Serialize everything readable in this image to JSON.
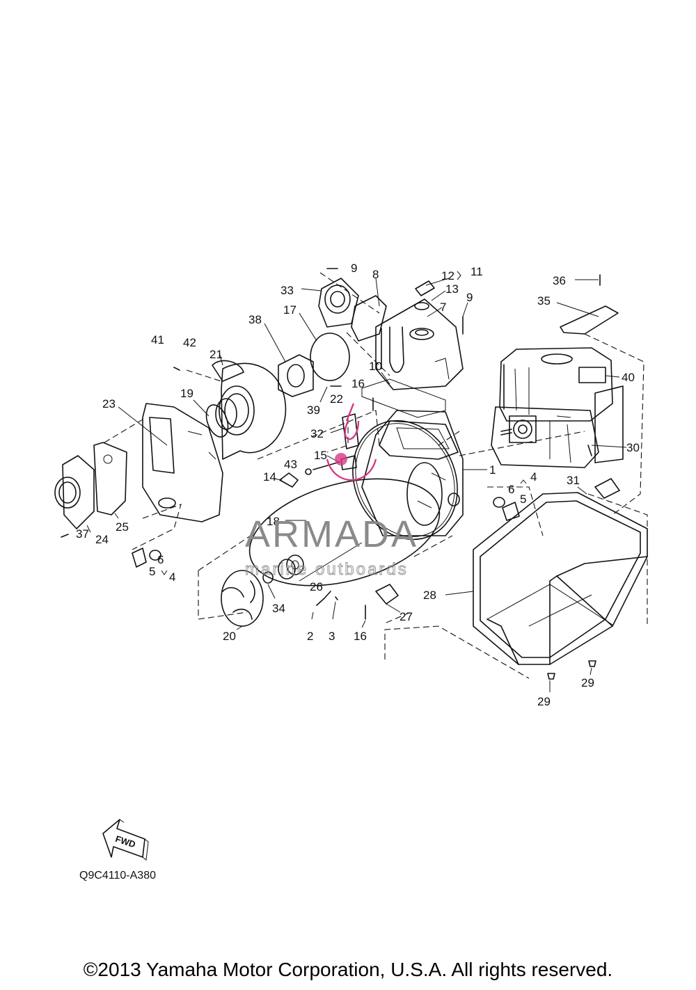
{
  "diagram": {
    "drawing_code": "Q9C4110-A380",
    "fwd_label": "FWD",
    "copyright": "©2013 Yamaha Motor Corporation, U.S.A. All rights reserved.",
    "watermark": {
      "brand": "ARMADA",
      "tagline": "marine outboards",
      "color": "#d63a86"
    },
    "callouts": [
      {
        "key": "c9a",
        "text": "9"
      },
      {
        "key": "c8",
        "text": "8"
      },
      {
        "key": "c12",
        "text": "12"
      },
      {
        "key": "c11",
        "text": "11"
      },
      {
        "key": "c13",
        "text": "13"
      },
      {
        "key": "c33",
        "text": "33"
      },
      {
        "key": "c7",
        "text": "7"
      },
      {
        "key": "c9b",
        "text": "9"
      },
      {
        "key": "c36",
        "text": "36"
      },
      {
        "key": "c35",
        "text": "35"
      },
      {
        "key": "c17",
        "text": "17"
      },
      {
        "key": "c38",
        "text": "38"
      },
      {
        "key": "c41",
        "text": "41"
      },
      {
        "key": "c42",
        "text": "42"
      },
      {
        "key": "c21",
        "text": "21"
      },
      {
        "key": "c10",
        "text": "10"
      },
      {
        "key": "c40",
        "text": "40"
      },
      {
        "key": "c16a",
        "text": "16"
      },
      {
        "key": "c22",
        "text": "22"
      },
      {
        "key": "c19",
        "text": "19"
      },
      {
        "key": "c39",
        "text": "39"
      },
      {
        "key": "c23",
        "text": "23"
      },
      {
        "key": "c32",
        "text": "32"
      },
      {
        "key": "c30",
        "text": "30"
      },
      {
        "key": "c43",
        "text": "43"
      },
      {
        "key": "c15",
        "text": "15"
      },
      {
        "key": "c1",
        "text": "1"
      },
      {
        "key": "c14",
        "text": "14"
      },
      {
        "key": "c4a",
        "text": "4"
      },
      {
        "key": "c31",
        "text": "31"
      },
      {
        "key": "c6a",
        "text": "6"
      },
      {
        "key": "c5a",
        "text": "5"
      },
      {
        "key": "c18",
        "text": "18"
      },
      {
        "key": "c24",
        "text": "24"
      },
      {
        "key": "c25",
        "text": "25"
      },
      {
        "key": "c37",
        "text": "37"
      },
      {
        "key": "c6b",
        "text": "6"
      },
      {
        "key": "c5b",
        "text": "5"
      },
      {
        "key": "c4b",
        "text": "4"
      },
      {
        "key": "c26",
        "text": "26"
      },
      {
        "key": "c28",
        "text": "28"
      },
      {
        "key": "c34",
        "text": "34"
      },
      {
        "key": "c27",
        "text": "27"
      },
      {
        "key": "c20",
        "text": "20"
      },
      {
        "key": "c2",
        "text": "2"
      },
      {
        "key": "c3",
        "text": "3"
      },
      {
        "key": "c16b",
        "text": "16"
      },
      {
        "key": "c29a",
        "text": "29"
      },
      {
        "key": "c29b",
        "text": "29"
      }
    ]
  }
}
